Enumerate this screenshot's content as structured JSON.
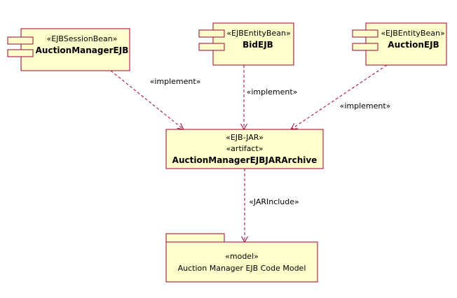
{
  "diagram": {
    "nodes": {
      "auction_manager_ejb": {
        "stereotype": "«EJBSessionBean»",
        "name": "AuctionManagerEJB"
      },
      "bid_ejb": {
        "stereotype": "«EJBEntityBean»",
        "name": "BidEJB"
      },
      "auction_ejb": {
        "stereotype": "«EJBEntityBean»",
        "name": "AuctionEJB"
      },
      "jar_archive": {
        "stereotype1": "«EJB-JAR»",
        "stereotype2": "«artifact»",
        "name": "AuctionManagerEJBJARArchive"
      },
      "code_model": {
        "stereotype": "«model»",
        "name": "Auction Manager EJB Code Model"
      }
    },
    "edges": {
      "implement_from_auction_manager": "«implement»",
      "implement_from_bid": "«implement»",
      "implement_from_auction": "«implement»",
      "jar_include": "«JARInclude»"
    },
    "colors": {
      "fill": "#ffffcc",
      "stroke": "#990033",
      "text": "#000000"
    }
  }
}
